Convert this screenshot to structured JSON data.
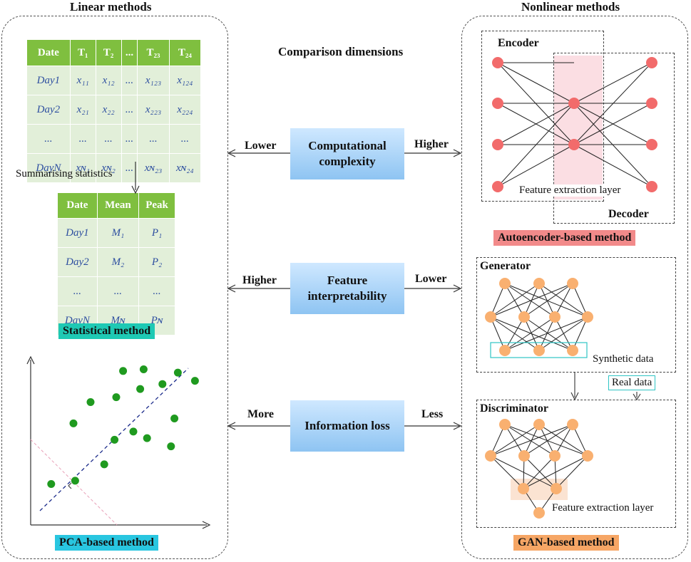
{
  "headers": {
    "linear": "Linear methods",
    "nonlinear": "Nonlinear methods",
    "comparison": "Comparison dimensions"
  },
  "table1": {
    "header": [
      "Date",
      "T₁",
      "T₂",
      "...",
      "T₂₃",
      "T₂₄"
    ],
    "rows": [
      [
        "Day1",
        "x₁₁",
        "x₁₂",
        "...",
        "x₁₂₃",
        "x₁₂₄"
      ],
      [
        "Day2",
        "x₂₁",
        "x₂₂",
        "...",
        "x₂₂₃",
        "x₂₂₄"
      ],
      [
        "...",
        "...",
        "...",
        "...",
        "...",
        "..."
      ],
      [
        "DayN",
        "xɴ₁",
        "xɴ₂",
        "...",
        "xɴ₂₃",
        "xɴ₂₄"
      ]
    ]
  },
  "summarising": "Summarising statistics",
  "table2": {
    "header": [
      "Date",
      "Mean",
      "Peak"
    ],
    "rows": [
      [
        "Day1",
        "M₁",
        "P₁"
      ],
      [
        "Day2",
        "M₂",
        "P₂"
      ],
      [
        "...",
        "...",
        "..."
      ],
      [
        "DayN",
        "Mɴ",
        "Pɴ"
      ]
    ]
  },
  "methods": {
    "statistical": "Statistical method",
    "pca": "PCA-based method",
    "autoencoder": "Autoencoder-based method",
    "gan": "GAN-based method"
  },
  "comparisons": [
    {
      "label": "Computational complexity",
      "left": "Lower",
      "right": "Higher"
    },
    {
      "label": "Feature interpretability",
      "left": "Higher",
      "right": "Lower"
    },
    {
      "label": "Information loss",
      "left": "More",
      "right": "Less"
    }
  ],
  "autoencoder": {
    "encoder": "Encoder",
    "decoder": "Decoder",
    "feature_layer": "Feature extraction layer"
  },
  "gan": {
    "generator": "Generator",
    "synthetic": "Synthetic data",
    "real": "Real  data",
    "discriminator": "Discriminator",
    "feature_layer": "Feature extraction layer"
  },
  "colors": {
    "table_header": "#7fbf3f",
    "table_row": "#e2efd9",
    "statistical_tag": "#1ec9b4",
    "pca_tag": "#29c6e0",
    "autoencoder_tag": "#f28a8a",
    "gan_tag": "#f6a665",
    "ae_node": "#f26b6b",
    "gan_node": "#f9b070",
    "scatter_point": "#1f9a1f"
  },
  "scatter_points": [
    [
      0.12,
      0.25
    ],
    [
      0.26,
      0.27
    ],
    [
      0.43,
      0.37
    ],
    [
      0.49,
      0.52
    ],
    [
      0.25,
      0.62
    ],
    [
      0.6,
      0.57
    ],
    [
      0.68,
      0.53
    ],
    [
      0.82,
      0.48
    ],
    [
      0.84,
      0.65
    ],
    [
      0.35,
      0.75
    ],
    [
      0.5,
      0.78
    ],
    [
      0.64,
      0.83
    ],
    [
      0.77,
      0.86
    ],
    [
      0.96,
      0.88
    ],
    [
      0.86,
      0.93
    ],
    [
      0.66,
      0.95
    ],
    [
      0.54,
      0.94
    ]
  ]
}
